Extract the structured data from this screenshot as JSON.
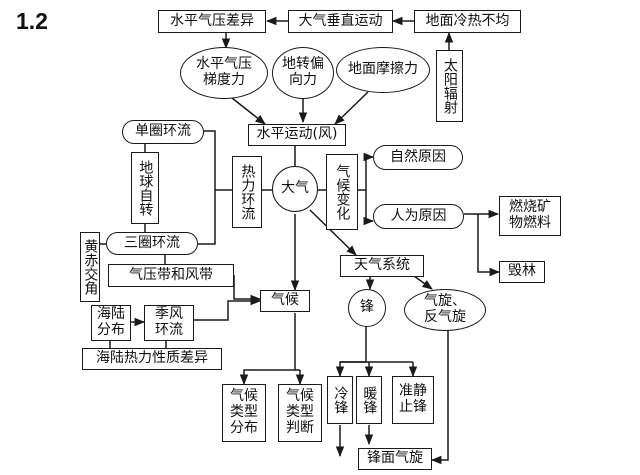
{
  "title": "1.2",
  "nodes": {
    "pressure_diff": "水平气压差异",
    "vertical_motion": "大气垂直运动",
    "uneven_heating": "地面冷热不均",
    "solar_radiation": "太阳辐射",
    "pressure_gradient": "水平气压\n梯度力",
    "coriolis": "地转偏\n向力",
    "friction": "地面摩擦力",
    "horizontal_motion": "水平运动(风)",
    "single_cell": "单圈环流",
    "earth_rotation": "地球自转",
    "thermal_circ": "热力环流",
    "atmosphere": "大气",
    "climate_change": "气候变化",
    "natural_cause": "自然原因",
    "human_cause": "人为原因",
    "fossil_fuel": "燃烧矿\n物燃料",
    "deforestation": "毁林",
    "ecliptic": "黄赤交角",
    "three_cell": "三圈环流",
    "pressure_belts": "气压带和风带",
    "weather_system": "天气系统",
    "climate": "气候",
    "front": "锋",
    "cyclone": "气旋、\n反气旋",
    "land_sea_dist": "海陆\n分布",
    "monsoon": "季风\n环流",
    "land_sea_thermal": "海陆热力性质差异",
    "climate_types_dist": "气候\n类型\n分布",
    "climate_types_judge": "气候\n类型\n判断",
    "cold_front": "冷锋",
    "warm_front": "暖锋",
    "stationary_front": "准静止锋",
    "frontal_cyclone": "锋面气旋"
  }
}
